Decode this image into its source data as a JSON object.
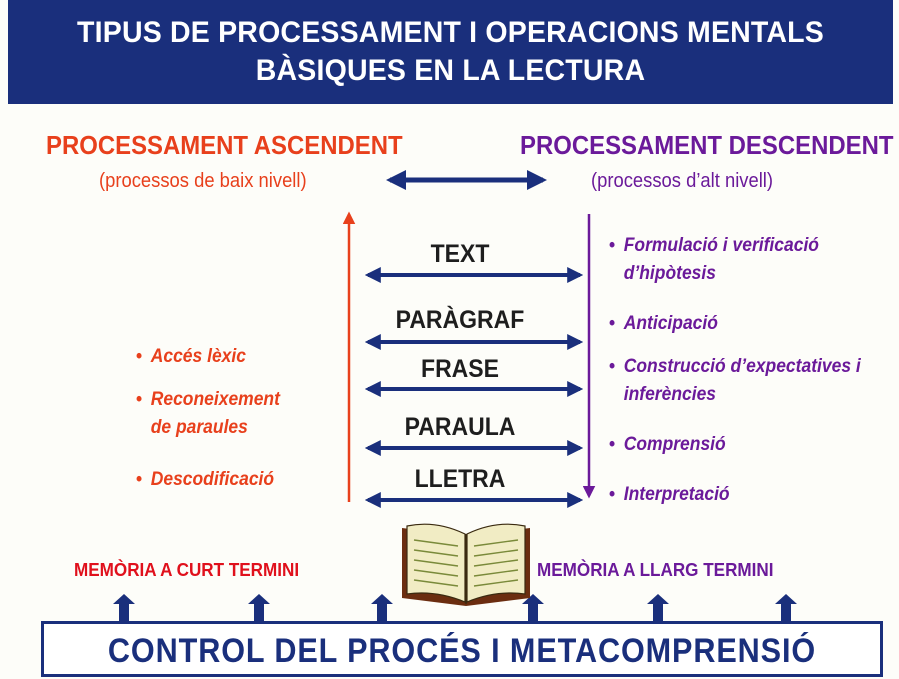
{
  "title": {
    "line1": "TIPUS DE PROCESSAMENT I OPERACIONS MENTALS",
    "line2": "BÀSIQUES EN LA LECTURA"
  },
  "ascendent": {
    "heading": "PROCESSAMENT ASCENDENT",
    "subheading": "(processos de baix nivell)",
    "items": [
      {
        "lines": [
          "Accés lèxic"
        ]
      },
      {
        "lines": [
          "Reconeixement",
          "de paraules"
        ]
      },
      {
        "lines": [
          "Descodificació"
        ]
      }
    ]
  },
  "descendent": {
    "heading": "PROCESSAMENT DESCENDENT",
    "subheading": "(processos d’alt nivell)",
    "items": [
      {
        "lines": [
          "Formulació i verificació",
          "d’hipòtesis"
        ]
      },
      {
        "lines": [
          "Anticipació"
        ]
      },
      {
        "lines": [
          "Construcció d’expectatives i",
          "inferències"
        ]
      },
      {
        "lines": [
          "Comprensió"
        ]
      },
      {
        "lines": [
          "Interpretació"
        ]
      }
    ]
  },
  "bullet_char": "•",
  "levels": [
    "TEXT",
    "PARÀGRAF",
    "FRASE",
    "PARAULA",
    "LLETRA"
  ],
  "memory": {
    "short": "MEMÒRIA  A  CURT  TERMINI",
    "long": "MEMÒRIA  A  LLARG  TERMINI"
  },
  "control": "CONTROL  DEL  PROCÉS  I  METACOMPRENSIÓ",
  "colors": {
    "navy": "#1a2f7c",
    "ascendent": "#e8401c",
    "descendent": "#6b1a9a",
    "memory_short": "#e0101c"
  },
  "icons": [
    "open-book-icon",
    "up-arrow-icon",
    "down-arrow-icon",
    "double-arrow-icon"
  ]
}
